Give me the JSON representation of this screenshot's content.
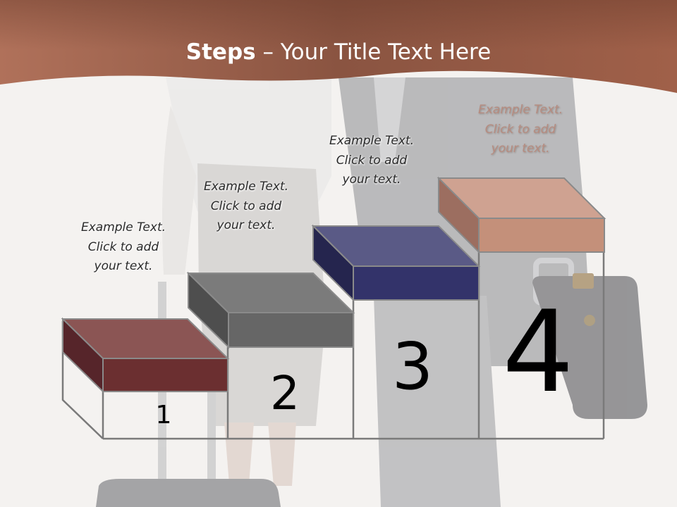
{
  "title": {
    "bold": "Steps",
    "rest": " – Your Title Text Here"
  },
  "steps": [
    {
      "number": "1",
      "lines": [
        "Example Text.",
        "Click  to add",
        "your text."
      ]
    },
    {
      "number": "2",
      "lines": [
        "Example Text.",
        "Click  to add",
        "your text."
      ]
    },
    {
      "number": "3",
      "lines": [
        "Example Text.",
        "Click  to add",
        "your text."
      ]
    },
    {
      "number": "4",
      "lines": [
        "Example Text.",
        "Click  to add",
        "your text."
      ]
    }
  ],
  "colors": {
    "header": "#a3624a",
    "step1": "#6e3331",
    "step2": "#6b6b6b",
    "step3": "#36356e",
    "step4": "#c6907a"
  }
}
